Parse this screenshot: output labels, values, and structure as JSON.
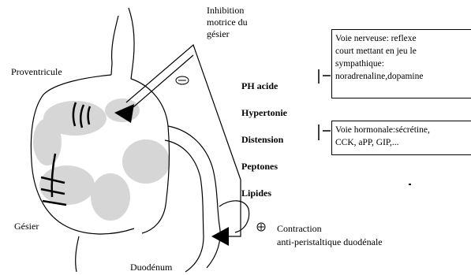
{
  "labels": {
    "inhibition": "Inhibition\nmotrice du\ngésier",
    "proventricule": "Proventricule",
    "gesier": "Gésier",
    "duodenum": "Duodénum",
    "contraction": "Contraction\nanti-peristaltique duodénale",
    "minus_sign": "⊖",
    "plus_sign": "⊕"
  },
  "stimuli": [
    "PH acide",
    "Hypertonie",
    "Distension",
    "Peptones",
    "Lipides"
  ],
  "boxes": {
    "nerveuse": "Voie nerveuse: reflexe\ncourt mettant en jeu le\nsympathique:\nnoradrenaline,dopamine",
    "hormonale": "Voie hormonale:sécrétine,\nCCK, aPP, GIP,..."
  }
}
